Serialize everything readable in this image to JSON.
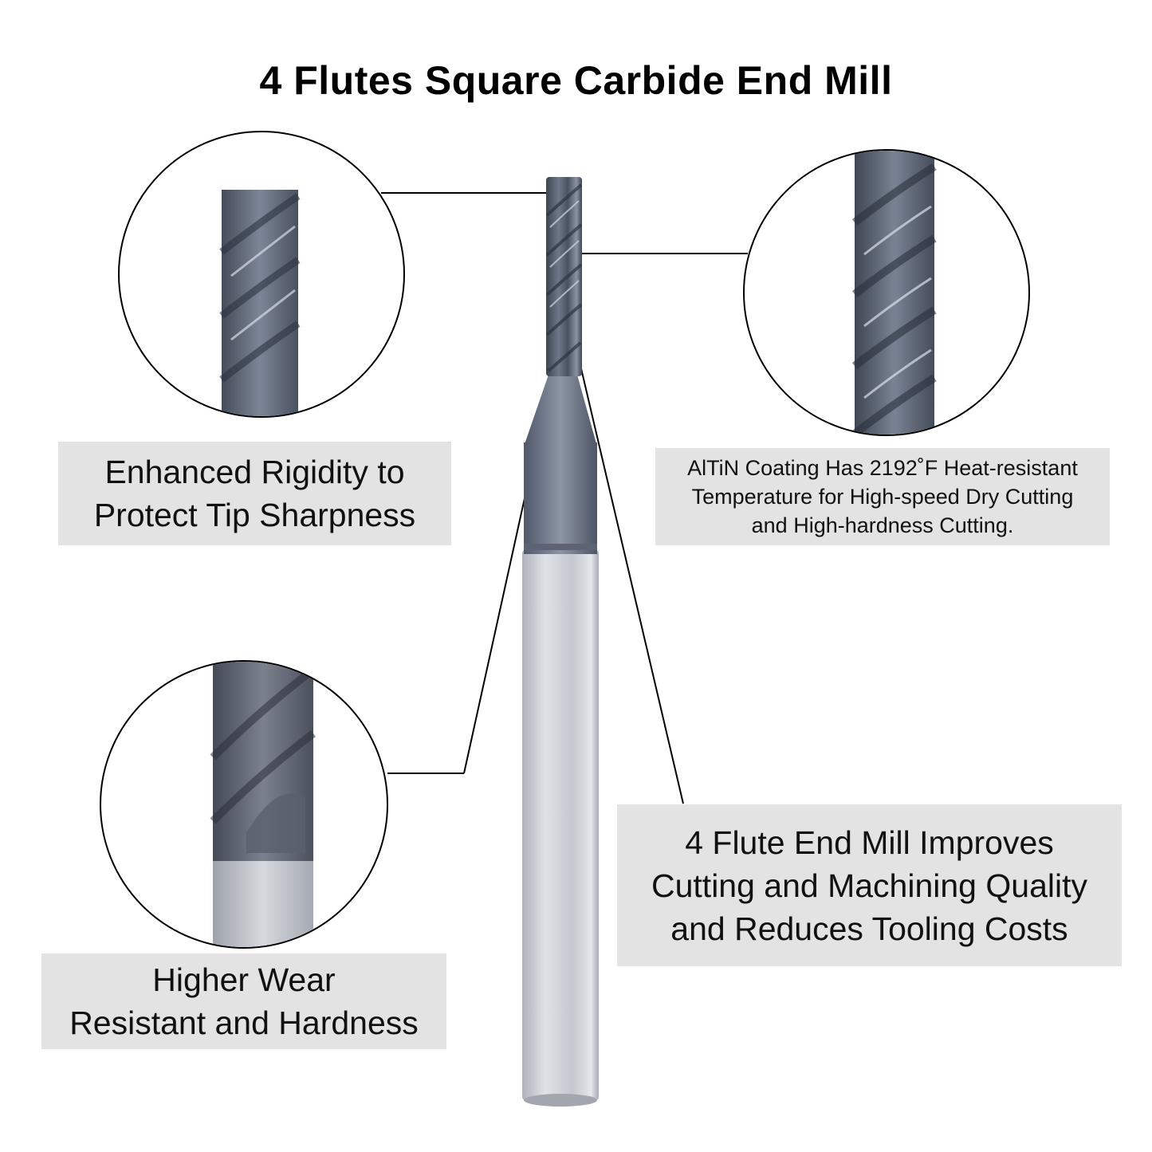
{
  "title": "4 Flutes Square Carbide End Mill",
  "callouts": {
    "top_left": {
      "text": "Enhanced Rigidity to\nProtect Tip Sharpness"
    },
    "top_right": {
      "text": "AlTiN Coating Has 2192˚F Heat-resistant\nTemperature for High-speed Dry Cutting\nand High-hardness Cutting."
    },
    "bottom_left": {
      "text": "Higher Wear\nResistant and Hardness"
    },
    "bottom_right": {
      "text": "4 Flute End Mill Improves\nCutting and Machining Quality\nand Reduces Tooling Costs"
    }
  },
  "colors": {
    "label_bg": "#e3e3e3",
    "coating_dark": "#4a5260",
    "coating_mid": "#6b7484",
    "shank_light": "#c9ccd2",
    "leader_line": "#000000"
  }
}
